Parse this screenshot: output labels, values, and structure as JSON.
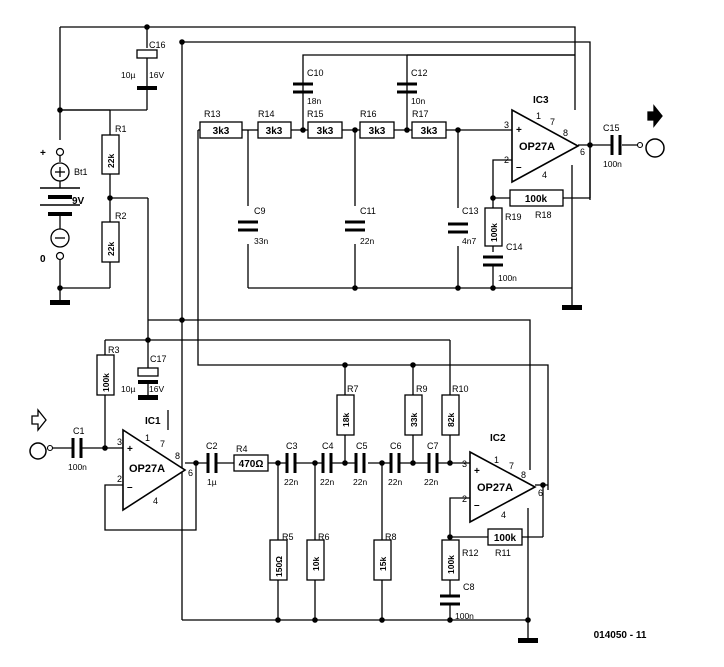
{
  "circuit": {
    "battery": {
      "name": "Bt1",
      "voltage": "9V",
      "plus": "+",
      "zero": "0"
    },
    "resistors": {
      "R1": "22k",
      "R2": "22k",
      "R3": "100k",
      "R4": "470Ω",
      "R5": "150Ω",
      "R6": "10k",
      "R7": "18k",
      "R8": "15k",
      "R9": "33k",
      "R10": "82k",
      "R11": "100k",
      "R12": "100k",
      "R13": "3k3",
      "R14": "3k3",
      "R15": "3k3",
      "R16": "3k3",
      "R17": "3k3",
      "R18": "100k",
      "R19": "100k"
    },
    "capacitors": {
      "C1": "100n",
      "C2": "1µ",
      "C3": "22n",
      "C4": "22n",
      "C5": "22n",
      "C6": "22n",
      "C7": "22n",
      "C8": "100n",
      "C9": "33n",
      "C10": "18n",
      "C11": "22n",
      "C12": "10n",
      "C13": "4n7",
      "C14": "100n",
      "C15": "100n",
      "C16_value": "10µ",
      "C16_voltage": "16V",
      "C17_value": "10µ",
      "C17_voltage": "16V"
    },
    "ics": {
      "IC1": {
        "label": "IC1",
        "type": "OP27A"
      },
      "IC2": {
        "label": "IC2",
        "type": "OP27A"
      },
      "IC3": {
        "label": "IC3",
        "type": "OP27A"
      }
    },
    "pins": {
      "p1": "1",
      "p2": "2",
      "p3": "3",
      "p4": "4",
      "p6": "6",
      "p7": "7",
      "p8": "8",
      "plus": "+",
      "minus": "–"
    },
    "footer_code": "014050 - 11"
  }
}
